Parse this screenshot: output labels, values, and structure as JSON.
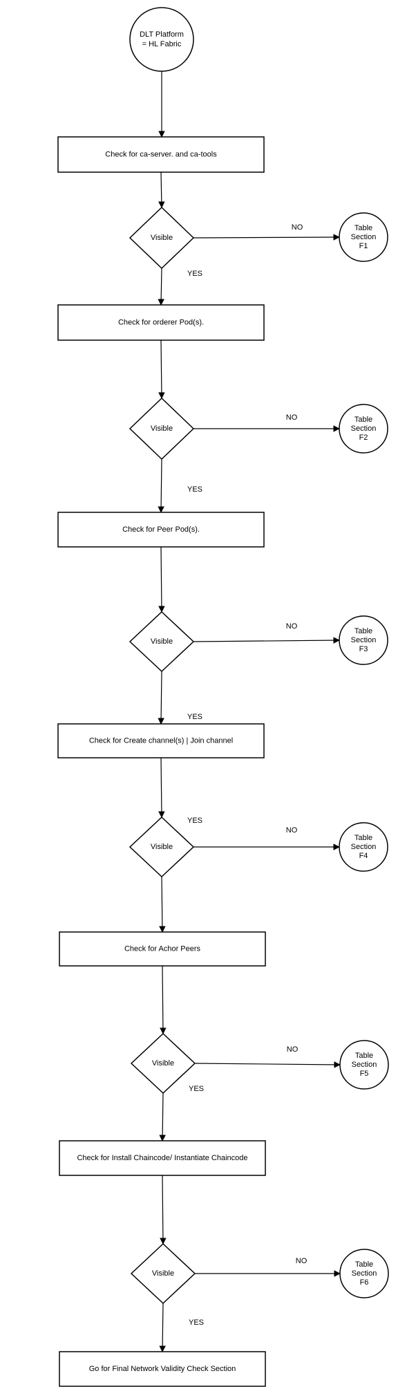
{
  "start": {
    "lines": [
      "DLT Platform",
      "= HL Fabric"
    ]
  },
  "steps": [
    {
      "label": "Check for ca-server. and ca-tools"
    },
    {
      "label": "Check for orderer Pod(s)."
    },
    {
      "label": "Check for Peer Pod(s)."
    },
    {
      "label": "Check for Create channel(s) | Join channel"
    },
    {
      "label": "Check for Achor Peers"
    },
    {
      "label": "Check for Install Chaincode/ Instantiate Chaincode"
    },
    {
      "label": "Go for Final Network Validity Check Section"
    }
  ],
  "decisions": [
    {
      "label": "Visible",
      "yes": "YES",
      "no": "NO",
      "target": [
        "Table",
        "Section",
        "F1"
      ]
    },
    {
      "label": "Visible",
      "yes": "YES",
      "no": "NO",
      "target": [
        "Table",
        "Section",
        "F2"
      ]
    },
    {
      "label": "Visible",
      "yes": "YES",
      "no": "NO",
      "target": [
        "Table",
        "Section",
        "F3"
      ]
    },
    {
      "label": "Visible",
      "yes": "YES",
      "no": "NO",
      "target": [
        "Table",
        "Section",
        "F4"
      ]
    },
    {
      "label": "Visible",
      "yes": "YES",
      "no": "NO",
      "target": [
        "Table",
        "Section",
        "F5"
      ]
    },
    {
      "label": "Visible",
      "yes": "YES",
      "no": "NO",
      "target": [
        "Table",
        "Section",
        "F6"
      ]
    }
  ]
}
